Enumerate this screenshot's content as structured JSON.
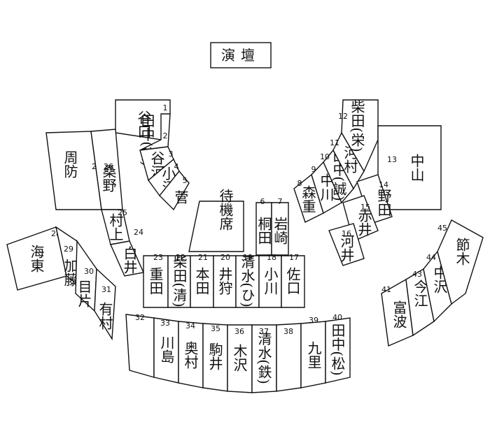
{
  "podium": "演壇",
  "waiting": "待機席",
  "seats": [
    {
      "id": "1",
      "name": "谷口"
    },
    {
      "id": "2",
      "name": "田中(英)"
    },
    {
      "id": "3",
      "name": "谷河"
    },
    {
      "id": "4",
      "name": "小沼"
    },
    {
      "id": "5",
      "name": "菅"
    },
    {
      "id": "6",
      "name": "桐田"
    },
    {
      "id": "7",
      "name": "岩崎"
    },
    {
      "id": "8",
      "name": "森重"
    },
    {
      "id": "9",
      "name": "中川"
    },
    {
      "id": "10",
      "name": "田中(誠)"
    },
    {
      "id": "11",
      "name": "河村"
    },
    {
      "id": "12",
      "name": "柴田(栄)"
    },
    {
      "id": "13",
      "name": "中山"
    },
    {
      "id": "14",
      "name": "野田"
    },
    {
      "id": "15",
      "name": "赤井"
    },
    {
      "id": "16",
      "name": "河井"
    },
    {
      "id": "17",
      "name": "佐口"
    },
    {
      "id": "18",
      "name": "小川"
    },
    {
      "id": "19",
      "name": "清水(ひ)"
    },
    {
      "id": "20",
      "name": "井狩"
    },
    {
      "id": "21",
      "name": "本田"
    },
    {
      "id": "22",
      "name": "柴田(清)"
    },
    {
      "id": "23",
      "name": "重田"
    },
    {
      "id": "24",
      "name": "白井"
    },
    {
      "id": "25",
      "name": "村上"
    },
    {
      "id": "26",
      "name": "桑野"
    },
    {
      "id": "27",
      "name": "周防"
    },
    {
      "id": "28",
      "name": "海東"
    },
    {
      "id": "29",
      "name": "加藤"
    },
    {
      "id": "30",
      "name": "目片"
    },
    {
      "id": "31",
      "name": "有村"
    },
    {
      "id": "32",
      "name": ""
    },
    {
      "id": "33",
      "name": "川島"
    },
    {
      "id": "34",
      "name": "奥村"
    },
    {
      "id": "35",
      "name": "駒井"
    },
    {
      "id": "36",
      "name": "木沢"
    },
    {
      "id": "37",
      "name": "清水(鉄)"
    },
    {
      "id": "38",
      "name": ""
    },
    {
      "id": "39",
      "name": "九里"
    },
    {
      "id": "40",
      "name": "田中(松)"
    },
    {
      "id": "41",
      "name": "富波"
    },
    {
      "id": "43",
      "name": "今江"
    },
    {
      "id": "44",
      "name": "中沢"
    },
    {
      "id": "45",
      "name": "節木"
    }
  ]
}
